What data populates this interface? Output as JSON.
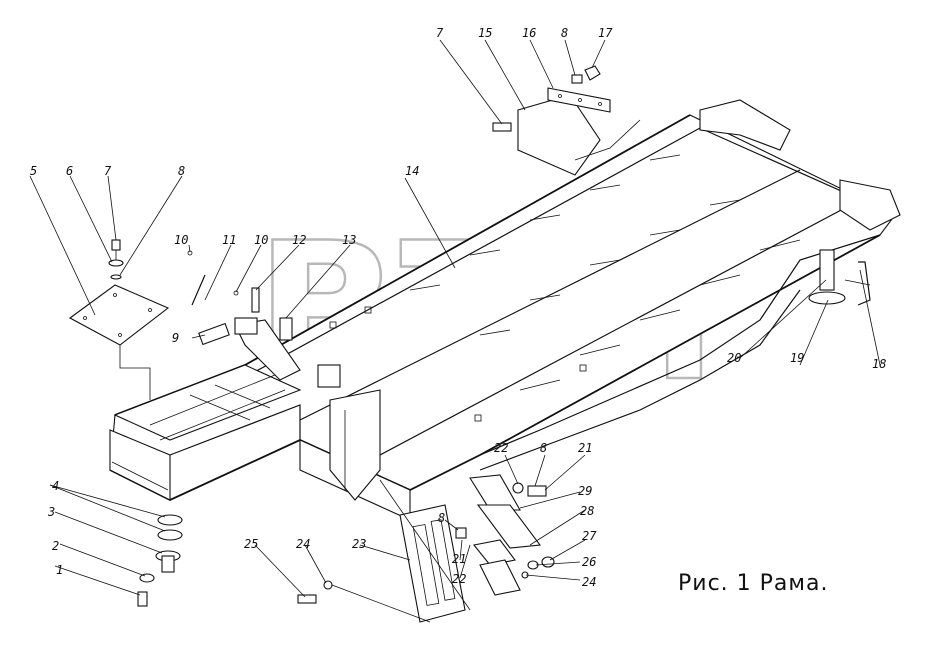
{
  "watermark": {
    "text": "BTM",
    "mark": "®"
  },
  "caption": "Рис. 1  Рама.",
  "callouts": [
    {
      "id": "c1",
      "label": "1"
    },
    {
      "id": "c2",
      "label": "2"
    },
    {
      "id": "c3",
      "label": "3"
    },
    {
      "id": "c4",
      "label": "4"
    },
    {
      "id": "c5",
      "label": "5"
    },
    {
      "id": "c6",
      "label": "6"
    },
    {
      "id": "c7a",
      "label": "7"
    },
    {
      "id": "c8a",
      "label": "8"
    },
    {
      "id": "c9",
      "label": "9"
    },
    {
      "id": "c10a",
      "label": "10"
    },
    {
      "id": "c11",
      "label": "11"
    },
    {
      "id": "c10b",
      "label": "10"
    },
    {
      "id": "c12",
      "label": "12"
    },
    {
      "id": "c13",
      "label": "13"
    },
    {
      "id": "c14",
      "label": "14"
    },
    {
      "id": "c7b",
      "label": "7"
    },
    {
      "id": "c15",
      "label": "15"
    },
    {
      "id": "c16",
      "label": "16"
    },
    {
      "id": "c8b",
      "label": "8"
    },
    {
      "id": "c17",
      "label": "17"
    },
    {
      "id": "c18",
      "label": "18"
    },
    {
      "id": "c19",
      "label": "19"
    },
    {
      "id": "c20",
      "label": "20"
    },
    {
      "id": "c22a",
      "label": "22"
    },
    {
      "id": "c8c",
      "label": "8"
    },
    {
      "id": "c21a",
      "label": "21"
    },
    {
      "id": "c29",
      "label": "29"
    },
    {
      "id": "c28",
      "label": "28"
    },
    {
      "id": "c8d",
      "label": "8"
    },
    {
      "id": "c21b",
      "label": "21"
    },
    {
      "id": "c22b",
      "label": "22"
    },
    {
      "id": "c23",
      "label": "23"
    },
    {
      "id": "c24a",
      "label": "24"
    },
    {
      "id": "c25",
      "label": "25"
    },
    {
      "id": "c27",
      "label": "27"
    },
    {
      "id": "c26",
      "label": "26"
    },
    {
      "id": "c24b",
      "label": "24"
    }
  ]
}
